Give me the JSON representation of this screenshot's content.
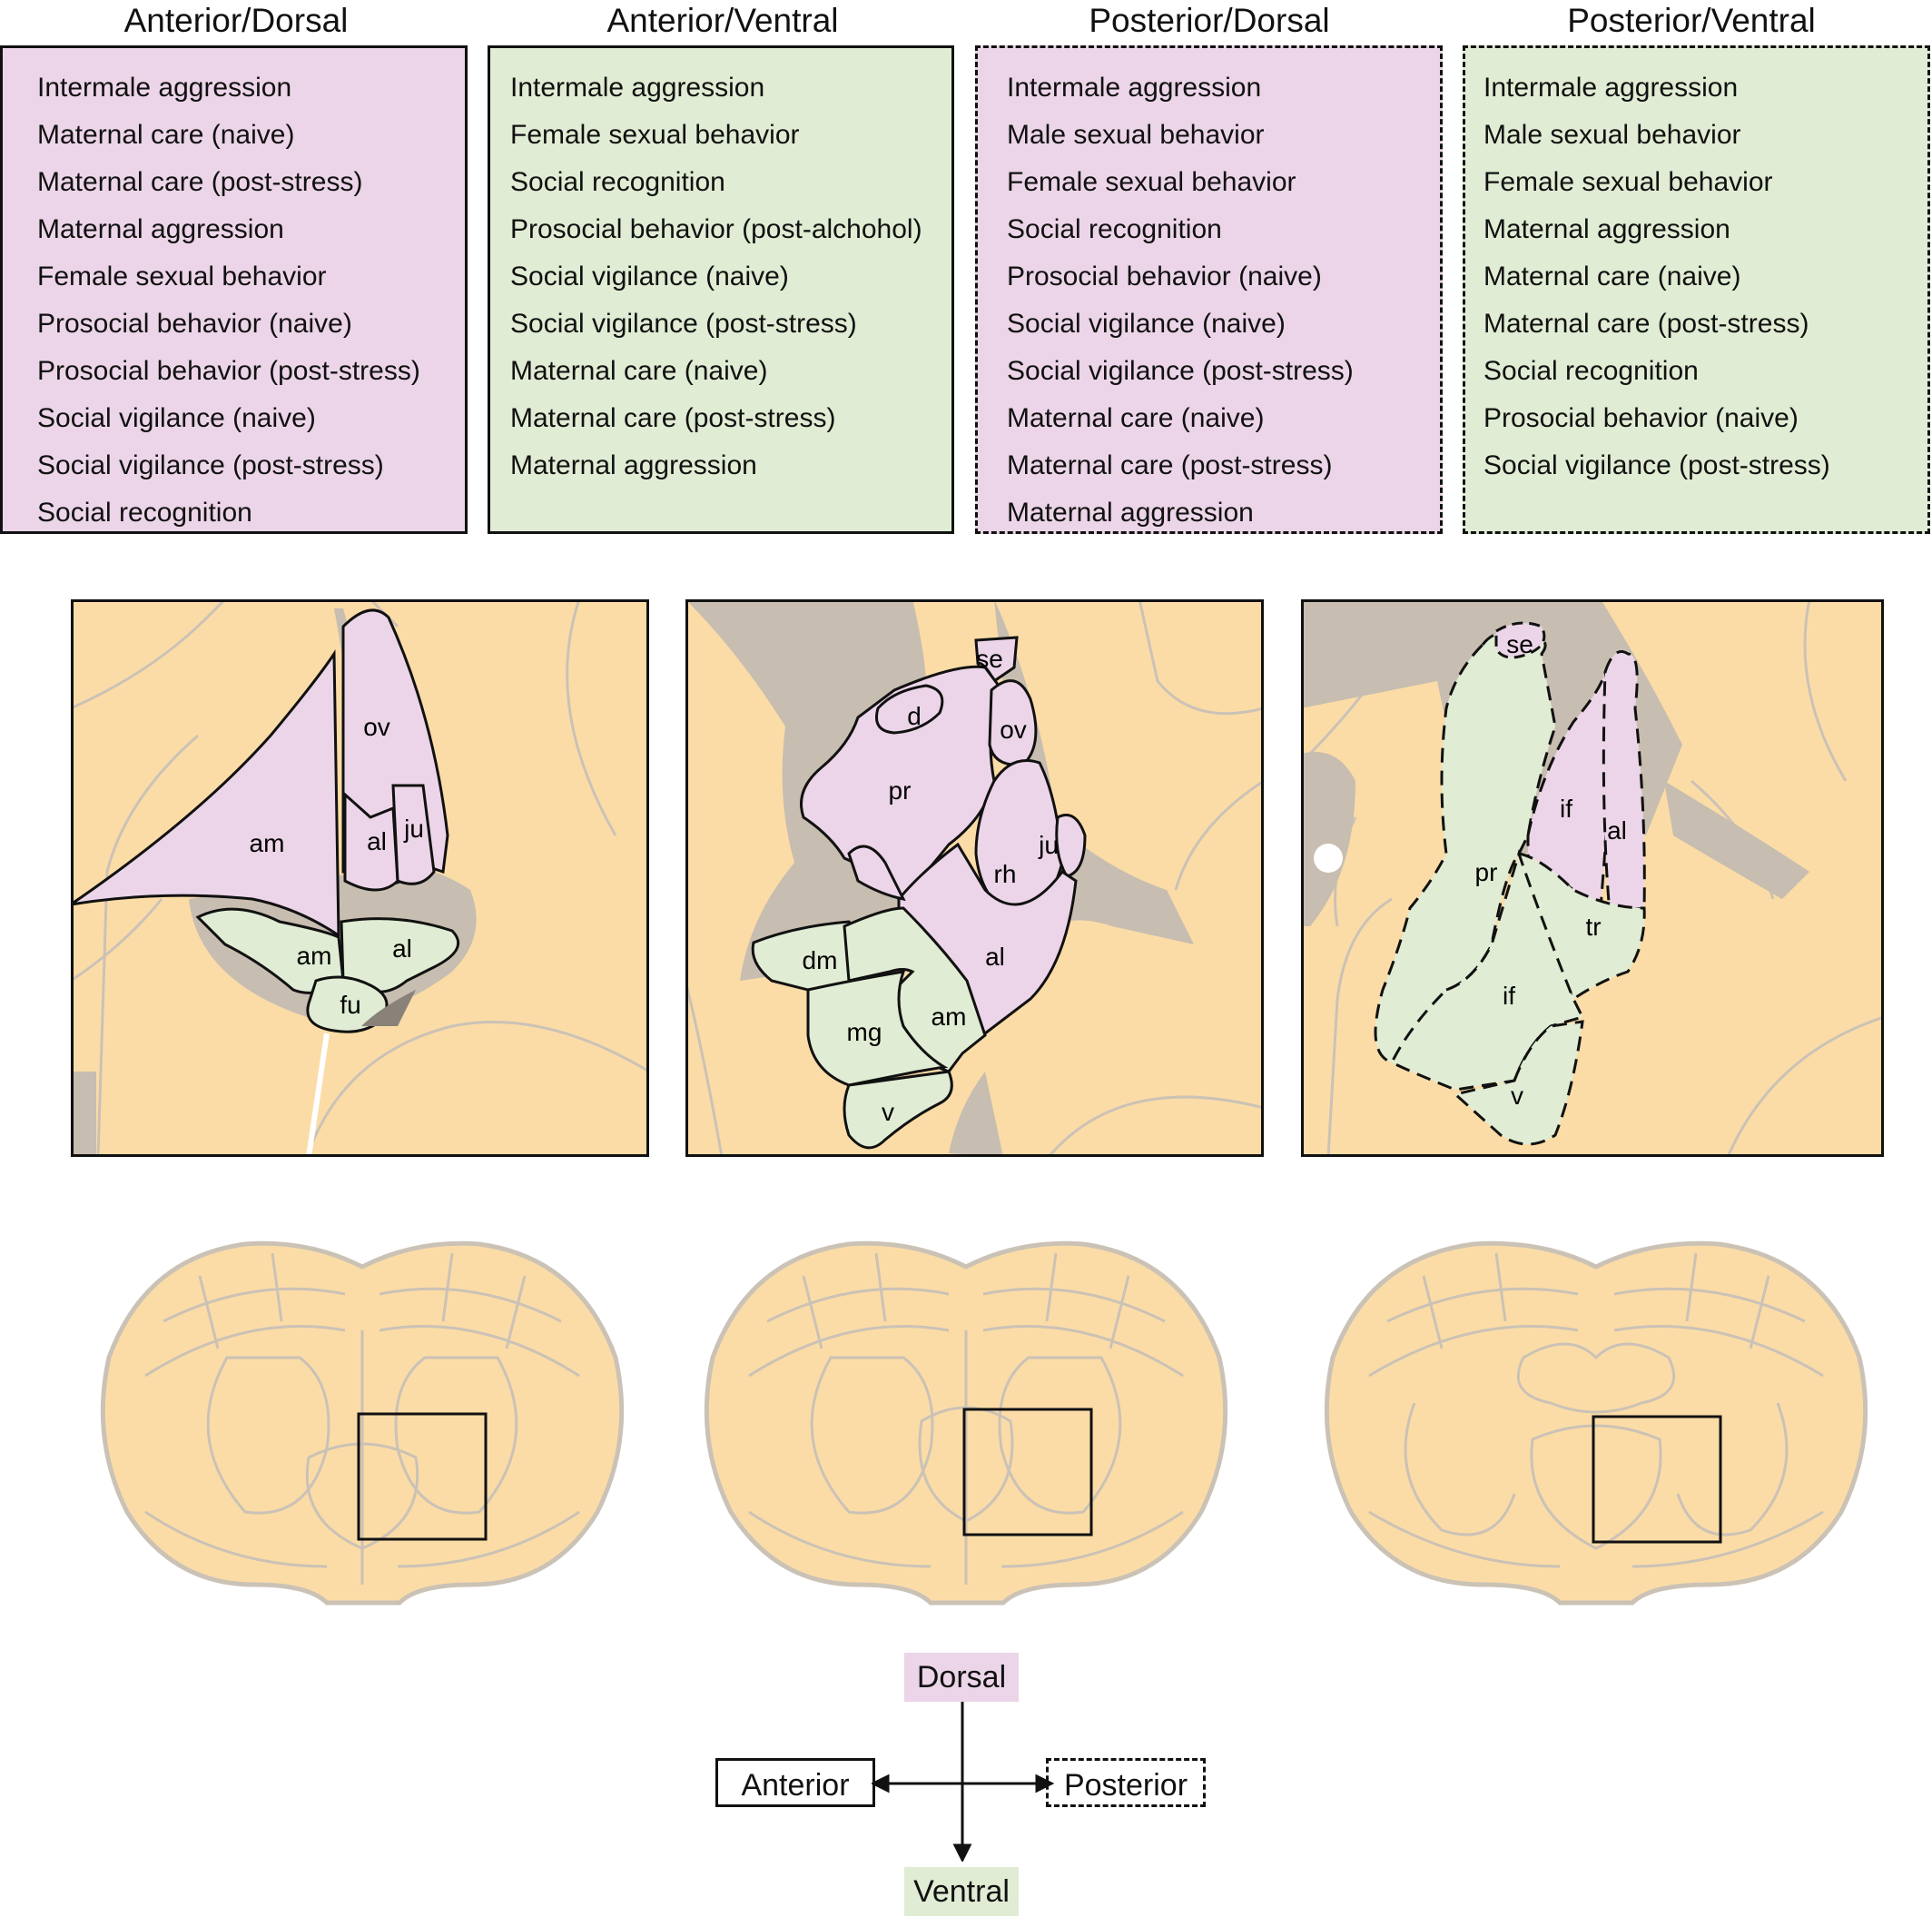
{
  "columns": [
    {
      "title": "Anterior/Dorsal",
      "items": [
        "Intermale aggression",
        "Maternal care (naive)",
        "Maternal care (post-stress)",
        "Maternal aggression",
        "Female sexual behavior",
        "Prosocial behavior (naive)",
        "Prosocial behavior (post-stress)",
        "Social vigilance (naive)",
        "Social vigilance (post-stress)",
        "Social recognition"
      ]
    },
    {
      "title": "Anterior/Ventral",
      "items": [
        "Intermale aggression",
        "Female sexual behavior",
        "Social recognition",
        "Prosocial behavior (post-alchohol)",
        "Social vigilance (naive)",
        "Social vigilance (post-stress)",
        "Maternal care (naive)",
        "Maternal care (post-stress)",
        "Maternal aggression"
      ]
    },
    {
      "title": "Posterior/Dorsal",
      "items": [
        "Intermale aggression",
        "Male sexual behavior",
        "Female sexual behavior",
        "Social recognition",
        "Prosocial behavior (naive)",
        "Social vigilance (naive)",
        "Social vigilance (post-stress)",
        "Maternal care (naive)",
        "Maternal care (post-stress)",
        "Maternal aggression"
      ]
    },
    {
      "title": "Posterior/Ventral",
      "items": [
        "Intermale aggression",
        "Male sexual behavior",
        "Female sexual behavior",
        "Maternal aggression",
        "Maternal care (naive)",
        "Maternal care (post-stress)",
        "Social recognition",
        "Prosocial behavior (naive)",
        "Social vigilance (post-stress)"
      ]
    }
  ],
  "panels": [
    {
      "labels": [
        "ov",
        "al",
        "ju",
        "am",
        "am",
        "al",
        "fu"
      ]
    },
    {
      "labels": [
        "se",
        "d",
        "ov",
        "pr",
        "ju",
        "rh",
        "al",
        "dm",
        "mg",
        "am",
        "v"
      ]
    },
    {
      "labels": [
        "se",
        "if",
        "al",
        "pr",
        "tr",
        "if",
        "v"
      ]
    }
  ],
  "orientation": {
    "dorsal": "Dorsal",
    "ventral": "Ventral",
    "anterior": "Anterior",
    "posterior": "Posterior"
  },
  "colors": {
    "dorsal": "#ecd5e8",
    "ventral": "#e0ecd3",
    "tissue": "#fbdca7",
    "white_matter": "#c7bdb0",
    "outline": "#111111"
  }
}
